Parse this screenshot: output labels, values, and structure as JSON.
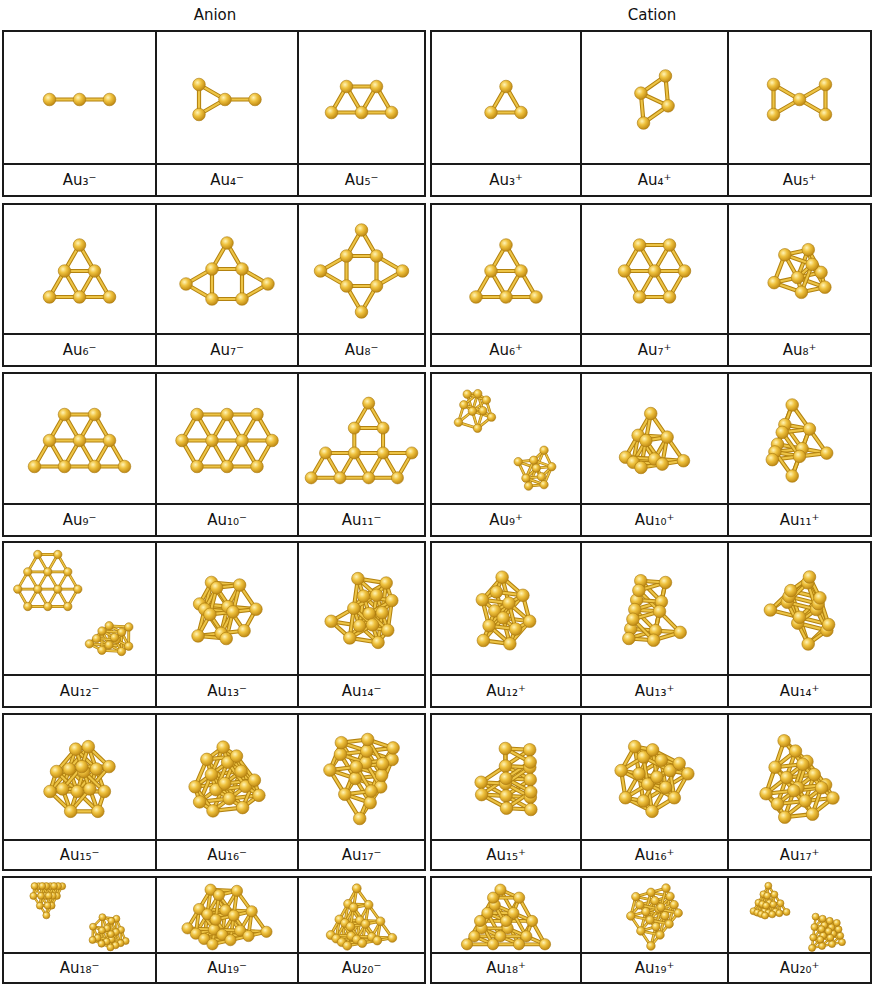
{
  "diagram": {
    "nodes": [
      {
        "text": [
          "Anion"
        ]
      },
      {
        "text": [
          "Au₃⁻"
        ],
        "in": 0
      },
      {
        "text": [
          "Au₄⁻"
        ],
        "in": 0
      },
      {
        "text": [
          "Au₅⁻"
        ],
        "in": 0
      },
      {
        "text": [
          "Au₆⁻"
        ],
        "in": 0
      },
      {
        "text": [
          "Au₇⁻"
        ],
        "in": 0
      },
      {
        "text": [
          "Au₈⁻"
        ],
        "in": 0
      },
      {
        "text": [
          "Au₉⁻"
        ],
        "in": 0
      },
      {
        "text": [
          "Au₁₀⁻"
        ],
        "in": 0
      },
      {
        "text": [
          "Au₁₁⁻"
        ],
        "in": 0
      },
      {
        "text": [
          "Au₁₂⁻"
        ],
        "in": 0
      },
      {
        "text": [
          "Au₁₃⁻"
        ],
        "in": 0
      },
      {
        "text": [
          "Au₁₄⁻"
        ],
        "in": 0
      },
      {
        "text": [
          "Au₁₅⁻"
        ],
        "in": 0
      },
      {
        "text": [
          "Au₁₆⁻"
        ],
        "in": 0
      },
      {
        "text": [
          "Au₁₇⁻"
        ],
        "in": 0
      },
      {
        "text": [
          "Au₁₈⁻"
        ],
        "in": 0
      },
      {
        "text": [
          "Au₁₉⁻"
        ],
        "in": 0
      },
      {
        "text": [
          "Au₂₀⁻"
        ],
        "in": 0
      },
      {
        "text": [
          "Cation"
        ]
      },
      {
        "text": [
          "Au₃⁺"
        ],
        "in": 19
      },
      {
        "text": [
          "Au₄⁺"
        ],
        "in": 19
      },
      {
        "text": [
          "Au₅⁺"
        ],
        "in": 19
      },
      {
        "text": [
          "Au₆⁺"
        ],
        "in": 19
      },
      {
        "text": [
          "Au₇⁺"
        ],
        "in": 19
      },
      {
        "text": [
          "Au₈⁺"
        ],
        "in": 19
      },
      {
        "text": [
          "Au₉⁺"
        ],
        "in": 19
      },
      {
        "text": [
          "Au₁₀⁺"
        ],
        "in": 19
      },
      {
        "text": [
          "Au₁₁⁺"
        ],
        "in": 19
      },
      {
        "text": [
          "Au₁₂⁺"
        ],
        "in": 19
      },
      {
        "text": [
          "Au₁₃⁺"
        ],
        "in": 19
      },
      {
        "text": [
          "Au₁₄⁺"
        ],
        "in": 19
      },
      {
        "text": [
          "Au₁₅⁺"
        ],
        "in": 19
      },
      {
        "text": [
          "Au₁₆⁺"
        ],
        "in": 19
      },
      {
        "text": [
          "Au₁₇⁺"
        ],
        "in": 19
      },
      {
        "text": [
          "Au₁₈⁺"
        ],
        "in": 19
      },
      {
        "text": [
          "Au₁₉⁺"
        ],
        "in": 19
      },
      {
        "text": [
          "Au₂₀⁺"
        ],
        "in": 19
      }
    ]
  }
}
